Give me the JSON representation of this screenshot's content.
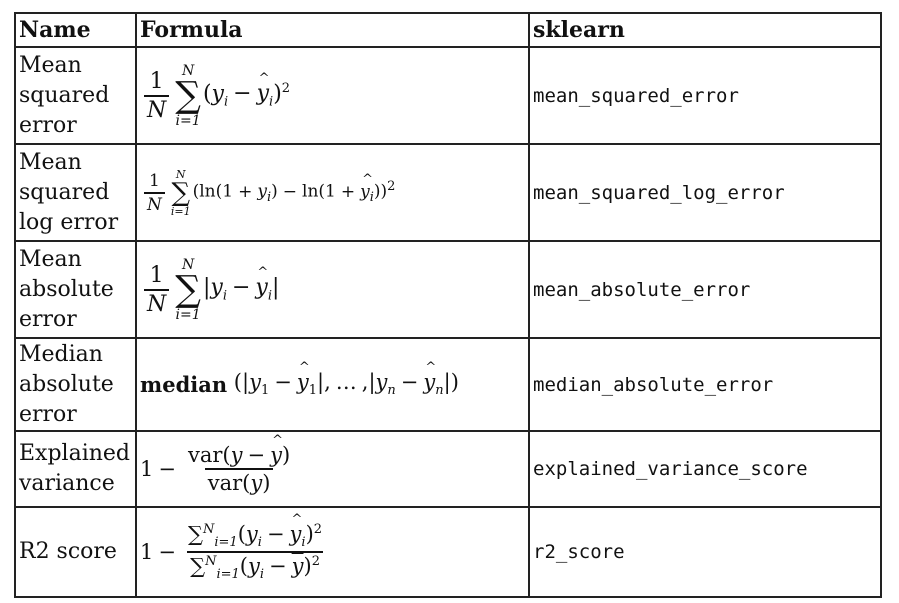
{
  "headers": [
    "Name",
    "Formula",
    "sklearn"
  ],
  "rows": [
    {
      "name": "Mean squared error",
      "sklearn": "mean_squared_error"
    },
    {
      "name": "Mean squared log error",
      "sklearn": "mean_squared_log_error"
    },
    {
      "name": "Mean absolute error",
      "sklearn": "mean_absolute_error"
    },
    {
      "name": "Median absolute error",
      "sklearn": "median_absolute_error"
    },
    {
      "name": "Explained variance",
      "sklearn": "explained_variance_score"
    },
    {
      "name": "R2 score",
      "sklearn": "r2_score"
    }
  ],
  "math_text": {
    "one": "1",
    "N": "N",
    "i_eq_1": "i=1",
    "sq": "2",
    "median": "median",
    "ellipsis": "…",
    "ln": "ln",
    "var": "var"
  }
}
